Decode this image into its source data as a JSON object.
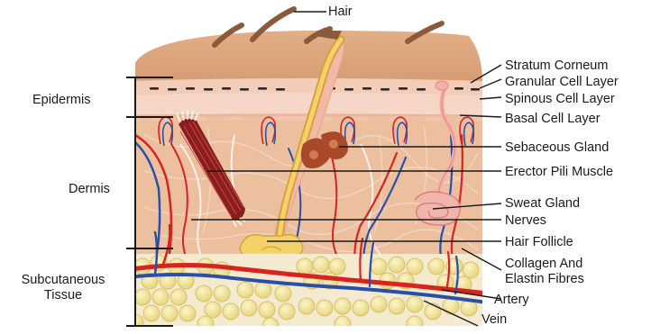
{
  "labels": {
    "hair": "Hair",
    "epidermis": "Epidermis",
    "dermis": "Dermis",
    "subcutaneous_line1": "Subcutaneous",
    "subcutaneous_line2": "Tissue",
    "stratum_corneum": "Stratum Corneum",
    "granular_cell_layer": "Granular Cell Layer",
    "spinous_cell_layer": "Spinous Cell Layer",
    "basal_cell_layer": "Basal Cell Layer",
    "sebaceous_gland": "Sebaceous Gland",
    "erector_pili_muscle": "Erector Pili Muscle",
    "sweat_gland": "Sweat Gland",
    "nerves": "Nerves",
    "hair_follicle": "Hair Follicle",
    "collagen_line1": "Collagen And",
    "collagen_line2": "Elastin Fibres",
    "artery": "Artery",
    "vein": "Vein"
  },
  "colors": {
    "skin_top": "#d9a57b",
    "epidermis": "#f2c9b3",
    "dermis": "#eec3a7",
    "fat": "#f3e69a",
    "artery": "#d8231f",
    "vein": "#2a4fa8",
    "muscle": "#8b1d1d",
    "hair": "#8a5a3a"
  }
}
